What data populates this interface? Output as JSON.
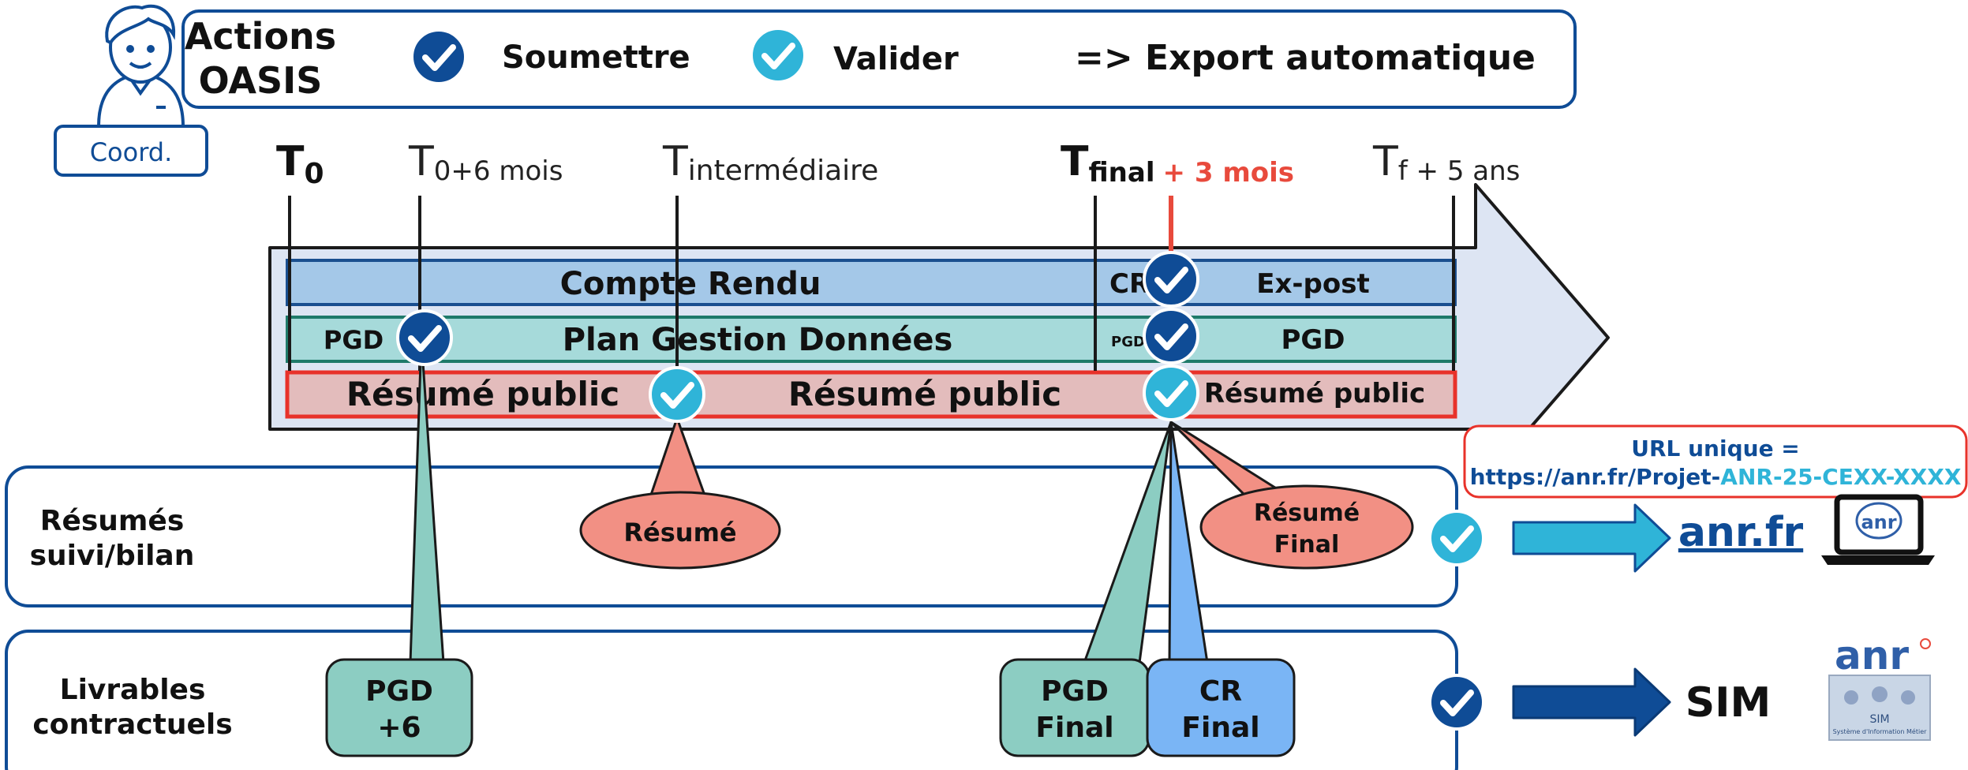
{
  "header": {
    "title_line1": "Actions",
    "title_line2": "OASIS",
    "role_label": "Coord.",
    "legend": [
      {
        "label": "Soumettre",
        "color": "#0f4c96",
        "icon": "check-dark-icon"
      },
      {
        "label": "Valider",
        "color": "#2fb4d8",
        "icon": "check-light-icon"
      }
    ],
    "export_label": "=> Export automatique"
  },
  "timeline": {
    "milestones": [
      {
        "main": "T",
        "sub": "0"
      },
      {
        "main": "T",
        "sub": "0+6 mois"
      },
      {
        "main": "T",
        "sub": "intermédiaire"
      },
      {
        "main": "T",
        "sub": "final",
        "extra": "+ 3 mois"
      },
      {
        "main": "T",
        "sub": "f + 5 ans"
      }
    ],
    "rows": {
      "cr": {
        "main": "Compte Rendu",
        "short": "CR",
        "right": "Ex-post"
      },
      "pgd": {
        "left": "PGD",
        "main": "Plan Gestion Données",
        "short": "PGD",
        "right": "PGD"
      },
      "resume": {
        "left": "Résumé public",
        "main": "Résumé public",
        "right": "Résumé public"
      }
    }
  },
  "lanes": {
    "suivi": {
      "line1": "Résumés",
      "line2": "suivi/bilan"
    },
    "livrables": {
      "line1": "Livrables",
      "line2": "contractuels"
    }
  },
  "callouts": {
    "resume": "Résumé",
    "resume_final_1": "Résumé",
    "resume_final_2": "Final",
    "pgd6_1": "PGD",
    "pgd6_2": "+6",
    "pgd_final_1": "PGD",
    "pgd_final_2": "Final",
    "cr_final_1": "CR",
    "cr_final_2": "Final"
  },
  "outputs": {
    "url_line1": "URL unique =",
    "url_prefix": "https://anr.fr/Projet-",
    "url_suffix": "ANR-25-CEXX-XXXX",
    "website": "anr.fr",
    "laptop_logo": "anr",
    "sim_label": "SIM",
    "anr_logo": "anr",
    "sim_logo_caption": "SIM",
    "sim_logo_sub": "Système d'Information Métier"
  },
  "colors": {
    "dark_blue": "#0f4c96",
    "light_blue": "#2fb4d8",
    "cr_bar": "#a4c8e8",
    "pgd_bar": "#a6dada",
    "resume_bar": "#e3bcbc",
    "resume_border": "#e8322a",
    "salmon": "#f29084",
    "teal_box": "#8ccdc2",
    "blue_box": "#7ab5f5",
    "red_accent": "#e84a3c"
  }
}
